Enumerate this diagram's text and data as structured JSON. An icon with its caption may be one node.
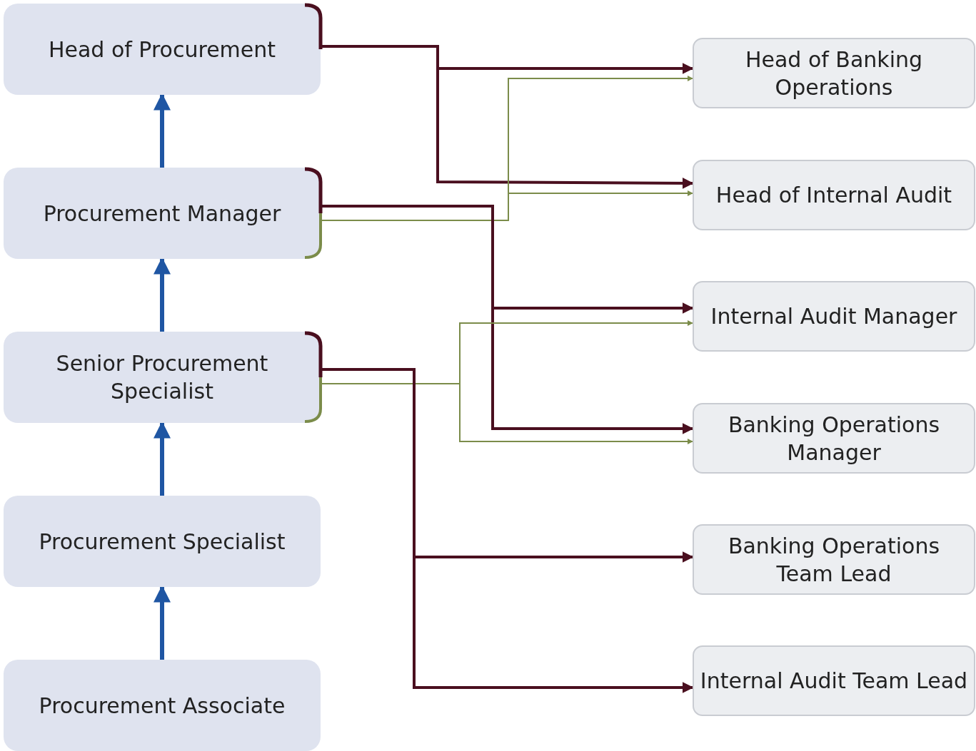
{
  "diagram": {
    "nodes": [
      {
        "text": [
          "Head of Procurement"
        ]
      },
      {
        "text": [
          "Procurement Manager"
        ]
      },
      {
        "text": [
          "Senior Procurement Specialist"
        ]
      },
      {
        "text": [
          "Procurement Specialist"
        ]
      },
      {
        "text": [
          "Procurement Associate"
        ]
      },
      {
        "text": [
          "Head of Banking Operations"
        ]
      },
      {
        "text": [
          "Head of Internal Audit"
        ]
      },
      {
        "text": [
          "Internal Audit Manager"
        ]
      },
      {
        "text": [
          "Banking Operations Manager"
        ]
      },
      {
        "text": [
          "Banking Operations Team Lead"
        ]
      },
      {
        "text": [
          "Internal Audit Team Lead"
        ]
      }
    ],
    "edges": [
      {
        "from": 4,
        "to": 3,
        "arrow": "to",
        "color": "#1f56a3"
      },
      {
        "from": 3,
        "to": 2,
        "arrow": "to",
        "color": "#1f56a3"
      },
      {
        "from": 2,
        "to": 1,
        "arrow": "to",
        "color": "#1f56a3"
      },
      {
        "from": 1,
        "to": 0,
        "arrow": "to",
        "color": "#1f56a3"
      },
      {
        "from": 0,
        "to": 5,
        "arrow": "to"
      },
      {
        "from": 0,
        "to": 6,
        "arrow": "to"
      },
      {
        "from": 1,
        "to": 5,
        "arrow": "to",
        "color": "#7b8c4a"
      },
      {
        "from": 1,
        "to": 6,
        "arrow": "to",
        "color": "#7b8c4a"
      },
      {
        "from": 1,
        "to": 7,
        "arrow": "to"
      },
      {
        "from": 1,
        "to": 8,
        "arrow": "to"
      },
      {
        "from": 2,
        "to": 7,
        "arrow": "to",
        "color": "#7b8c4a"
      },
      {
        "from": 2,
        "to": 8,
        "arrow": "to",
        "color": "#7b8c4a"
      },
      {
        "from": 2,
        "to": 9,
        "arrow": "to"
      },
      {
        "from": 2,
        "to": 10,
        "arrow": "to"
      }
    ]
  }
}
